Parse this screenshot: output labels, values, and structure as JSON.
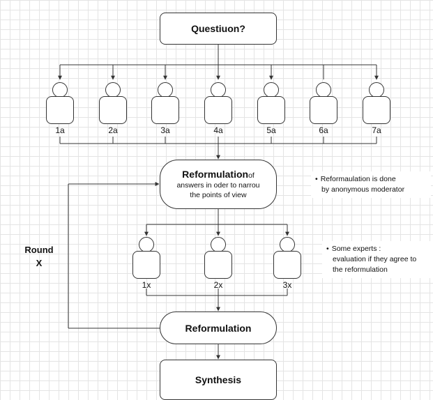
{
  "question": {
    "label": "Questiuon?"
  },
  "experts_round1": [
    "1a",
    "2a",
    "3a",
    "4a",
    "5a",
    "6a",
    "7a"
  ],
  "reformulation_1": {
    "bold": "Reformulation",
    "suffix": "of",
    "line2": "answers in oder to narrou",
    "line3": "the points of view"
  },
  "note_moderator": {
    "line1": "Reformaulation is done",
    "line2": "by anonymous moderator"
  },
  "round": {
    "line1": "Round",
    "line2": "X"
  },
  "experts_round2": [
    "1x",
    "2x",
    "3x"
  ],
  "note_experts": {
    "line1": "Some experts :",
    "line2": "evaluation if they agree to",
    "line3": "the reformulation"
  },
  "reformulation_2": {
    "label": "Reformulation"
  },
  "synthesis": {
    "label": "Synthesis"
  },
  "colors": {
    "line": "#333333",
    "grid": "#e4e4e4",
    "box_fill": "#ffffff"
  }
}
